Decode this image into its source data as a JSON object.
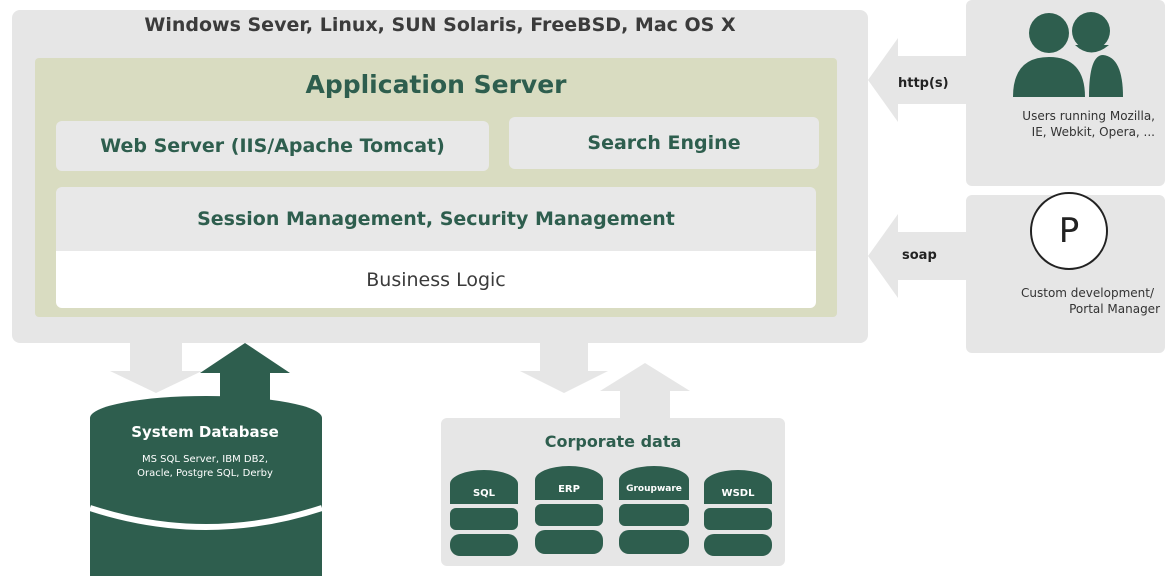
{
  "platform": {
    "title": "Windows Sever, Linux, SUN Solaris, FreeBSD, Mac OS X"
  },
  "app_server": {
    "title": "Application Server",
    "web_server": "Web Server (IIS/Apache Tomcat)",
    "search_engine": "Search Engine",
    "session": "Session Management, Security Management",
    "business_logic": "Business Logic"
  },
  "users": {
    "protocol": "http(s)",
    "line1": "Users running Mozilla,",
    "line2": "IE, Webkit, Opera, ..."
  },
  "portal": {
    "protocol": "soap",
    "icon_letter": "P",
    "line1": "Custom development/",
    "line2": "Portal Manager"
  },
  "system_db": {
    "title": "System Database",
    "line1": "MS SQL Server, IBM DB2,",
    "line2": "Oracle, Postgre SQL, Derby"
  },
  "corporate": {
    "title": "Corporate data",
    "stores": [
      "SQL",
      "ERP",
      "Groupware",
      "WSDL"
    ]
  },
  "colors": {
    "dark_green": "#2e5e4e",
    "light_gray": "#e6e6e6",
    "olive": "#d9dcc1"
  }
}
